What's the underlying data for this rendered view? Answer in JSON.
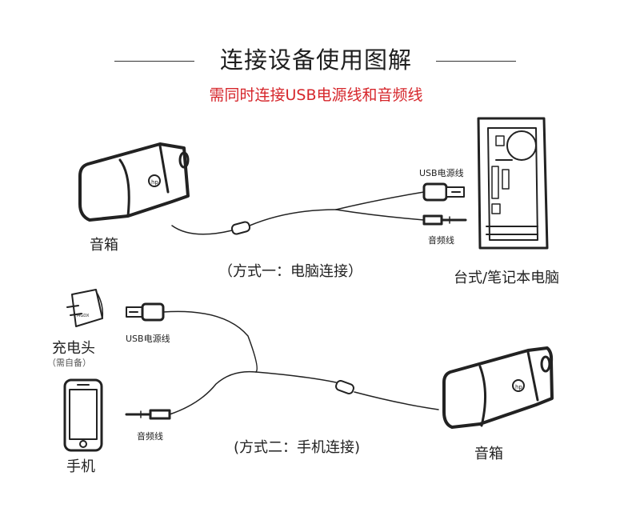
{
  "header": {
    "title": "连接设备使用图解",
    "subtitle": "需同时连接USB电源线和音频线"
  },
  "method_pc": {
    "speaker_label": "音箱",
    "usb_label": "USB电源线",
    "audio_label": "音频线",
    "computer_label": "台式/笔记本电脑",
    "caption": "（方式一：电脑连接）"
  },
  "method_phone": {
    "charger_label": "充电头",
    "charger_note": "（需自备）",
    "phone_label": "手机",
    "usb_label": "USB电源线",
    "audio_label": "音频线",
    "speaker_label": "音箱",
    "caption": "(方式二：手机连接)"
  },
  "colors": {
    "accent": "#d6262b",
    "ink": "#222222"
  }
}
